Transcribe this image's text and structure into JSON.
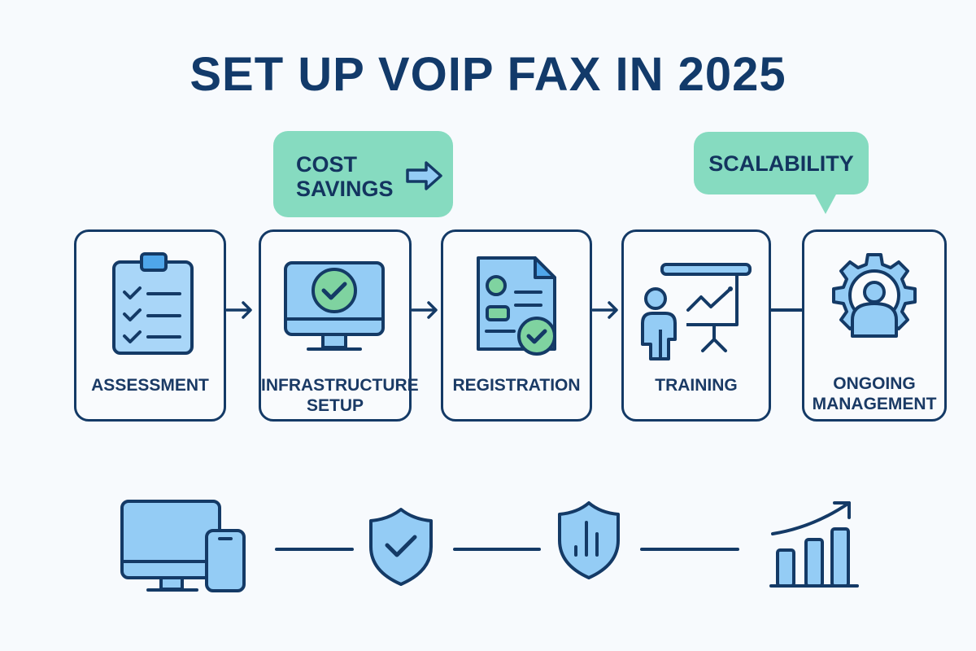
{
  "title": "SET UP VOIP FAX IN 2025",
  "callouts": {
    "cost_savings": {
      "line1": "COST",
      "line2": "SAVINGS",
      "icon": "arrow-right-icon"
    },
    "scalability": {
      "label": "SCALABILITY"
    }
  },
  "steps": [
    {
      "label": "ASSESSMENT",
      "icon": "clipboard-checklist-icon"
    },
    {
      "label_line1": "INFRASTRUCTURE",
      "label_line2": "SETUP",
      "icon": "monitor-check-icon"
    },
    {
      "label": "REGISTRATION",
      "icon": "document-check-icon"
    },
    {
      "label": "TRAINING",
      "icon": "presentation-icon"
    },
    {
      "label_line1": "ONGOING",
      "label_line2": "MANAGEMENT",
      "icon": "gear-user-icon"
    }
  ],
  "bottom_icons": [
    "devices-icon",
    "shield-check-icon",
    "shield-chart-icon",
    "growth-chart-icon"
  ],
  "colors": {
    "navy": "#143a66",
    "light_blue": "#94ccf5",
    "mint": "#86dbc0",
    "green": "#7fd3a0",
    "background": "#f7fafd"
  }
}
